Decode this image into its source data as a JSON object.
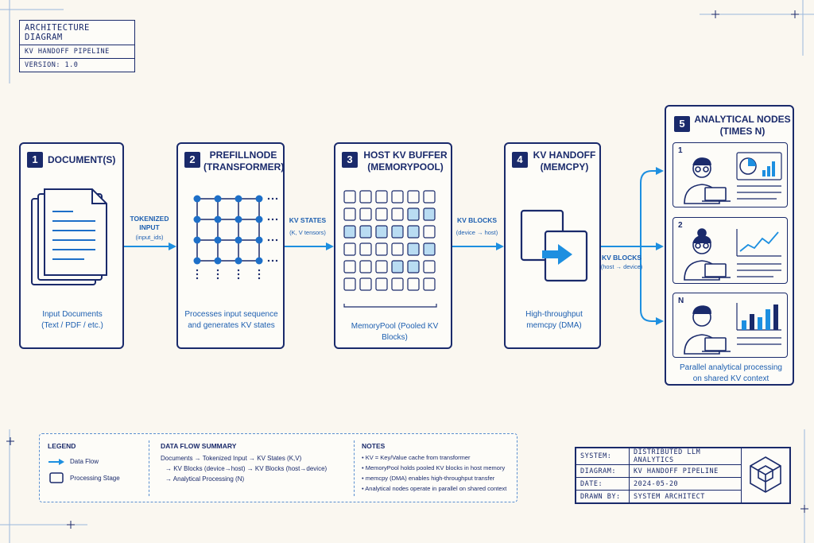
{
  "header": {
    "title": "ARCHITECTURE DIAGRAM",
    "subtitle": "KV HANDOFF PIPELINE",
    "version": "VERSION: 1.0"
  },
  "stages": [
    {
      "num": "1",
      "title": "DOCUMENT(S)",
      "subtitle": "",
      "caption1": "Input Documents",
      "caption2": "(Text / PDF / etc.)"
    },
    {
      "num": "2",
      "title": "PREFILLNODE",
      "subtitle": "(TRANSFORMER)",
      "caption1": "Processes input sequence",
      "caption2": "and generates KV states"
    },
    {
      "num": "3",
      "title": "HOST KV BUFFER",
      "subtitle": "(MEMORYPOOL)",
      "caption1": "MemoryPool (Pooled KV Blocks)",
      "caption2": ""
    },
    {
      "num": "4",
      "title": "KV HANDOFF",
      "subtitle": "(MEMCPY)",
      "caption1": "High-throughput",
      "caption2": "memcpy (DMA)"
    },
    {
      "num": "5",
      "title": "ANALYTICAL NODES",
      "subtitle": "(TIMES N)",
      "caption1": "Parallel analytical processing",
      "caption2": "on shared KV context"
    }
  ],
  "flows": [
    {
      "label1": "TOKENIZED",
      "label2": "INPUT",
      "sub": "(input_ids)"
    },
    {
      "label1": "KV STATES",
      "label2": "",
      "sub": "(K, V tensors)"
    },
    {
      "label1": "KV BLOCKS",
      "label2": "",
      "sub": "(device → host)"
    },
    {
      "label1": "KV BLOCKS",
      "label2": "",
      "sub": "(host → device)"
    }
  ],
  "nodes": [
    "1",
    "2",
    "N"
  ],
  "legend": {
    "title": "LEGEND",
    "item1": "Data Flow",
    "item2": "Processing Stage"
  },
  "summary": {
    "title": "DATA FLOW SUMMARY",
    "line1": "Documents  →  Tokenized Input  →  KV States (K,V)",
    "line2": "→  KV Blocks (device→host)   →  KV Blocks (host→device)",
    "line3": "→  Analytical Processing (N)"
  },
  "notes": {
    "title": "NOTES",
    "items": [
      "KV = Key/Value cache from transformer",
      "MemoryPool holds pooled KV blocks in host memory",
      "memcpy (DMA) enables high-throughput transfer",
      "Analytical nodes operate in parallel on shared context"
    ]
  },
  "titleblock": {
    "rows": [
      {
        "key": "SYSTEM:",
        "value": "DISTRIBUTED LLM ANALYTICS"
      },
      {
        "key": "DIAGRAM:",
        "value": "KV HANDOFF PIPELINE"
      },
      {
        "key": "DATE:",
        "value": "2024-05-20"
      },
      {
        "key": "DRAWN BY:",
        "value": "SYSTEM ARCHITECT"
      }
    ]
  },
  "colors": {
    "navy": "#1a2a6b",
    "accent": "#1d8fe0",
    "cell_fill": "#b9dcf2",
    "background": "#faf7f0"
  }
}
